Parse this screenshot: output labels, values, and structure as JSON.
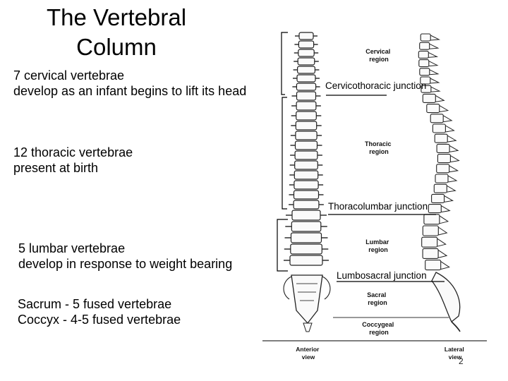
{
  "title": [
    "The Vertebral",
    "Column"
  ],
  "sections": {
    "cervical": [
      "7 cervical vertebrae",
      "develop as an infant begins to lift its head"
    ],
    "thoracic": [
      "12 thoracic vertebrae",
      "present at birth"
    ],
    "lumbar": [
      "5 lumbar vertebrae",
      "develop in response to weight bearing"
    ],
    "sacrum": [
      "Sacrum - 5 fused vertebrae",
      "Coccyx - 4-5 fused vertebrae"
    ]
  },
  "junctions": {
    "cervicothoracic": "Cervicothoracic junction",
    "thoracolumbar": "Thoracolumbar junction",
    "lumbosacral": "Lumbosacral junction"
  },
  "regions": {
    "cervical": [
      "Cervical",
      "region"
    ],
    "thoracic": [
      "Thoracic",
      "region"
    ],
    "lumbar": [
      "Lumbar",
      "region"
    ],
    "sacral": [
      "Sacral",
      "region"
    ],
    "coccygeal": [
      "Coccygeal",
      "region"
    ]
  },
  "views": {
    "anterior": [
      "Anterior",
      "view"
    ],
    "lateral": [
      "Lateral",
      "view"
    ]
  },
  "page_number": "2"
}
